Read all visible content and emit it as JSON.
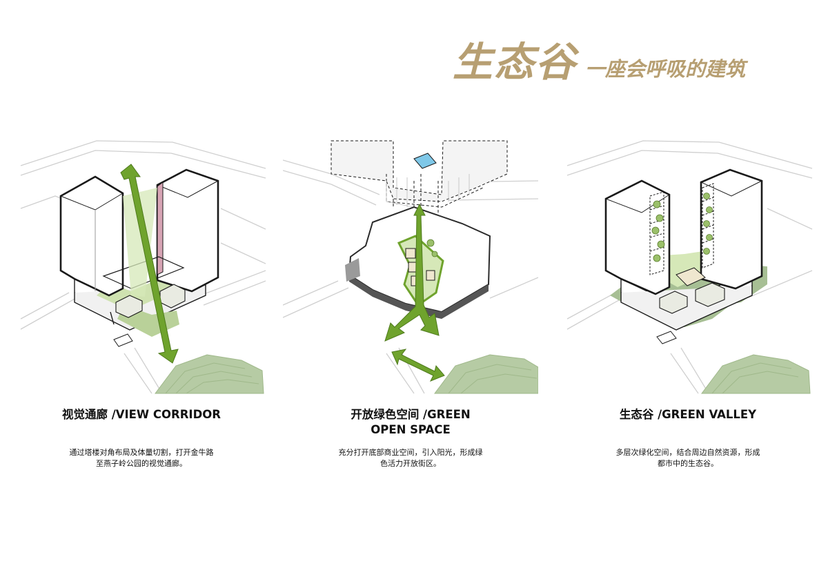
{
  "page": {
    "title": "生态谷",
    "subtitle": "一座会呼吸的建筑"
  },
  "colors": {
    "title_gold": "#b79f72",
    "green_arrow": "#6fa32d",
    "light_green": "#d6e8b8",
    "pink_facade": "#d7a4b4",
    "landscape_green": "#a7bf94",
    "building_outline": "#1a1a1a",
    "road_gray": "#c9c9c9",
    "pool_blue": "#7fc8e8"
  },
  "panels": [
    {
      "heading": "视觉通廊 /VIEW CORRIDOR",
      "body_lines": [
        "通过塔楼对角布局及体量切割，打开金牛路",
        "至燕子岭公园的视觉通廊。"
      ],
      "icons": [
        "double-headed-arrow-icon"
      ]
    },
    {
      "heading_lines": [
        "开放绿色空间 /GREEN",
        "OPEN SPACE"
      ],
      "body_lines": [
        "充分打开底部商业空间，引入阳光，形成绿",
        "色活力开放街区。"
      ],
      "icons": [
        "multi-directional-arrow-icon",
        "double-headed-arrow-icon"
      ]
    },
    {
      "heading": "生态谷 /GREEN VALLEY",
      "body_lines": [
        "多层次绿化空间，结合周边自然资源，形成",
        "都市中的生态谷。"
      ],
      "icons": [
        "tree-icon"
      ]
    }
  ]
}
